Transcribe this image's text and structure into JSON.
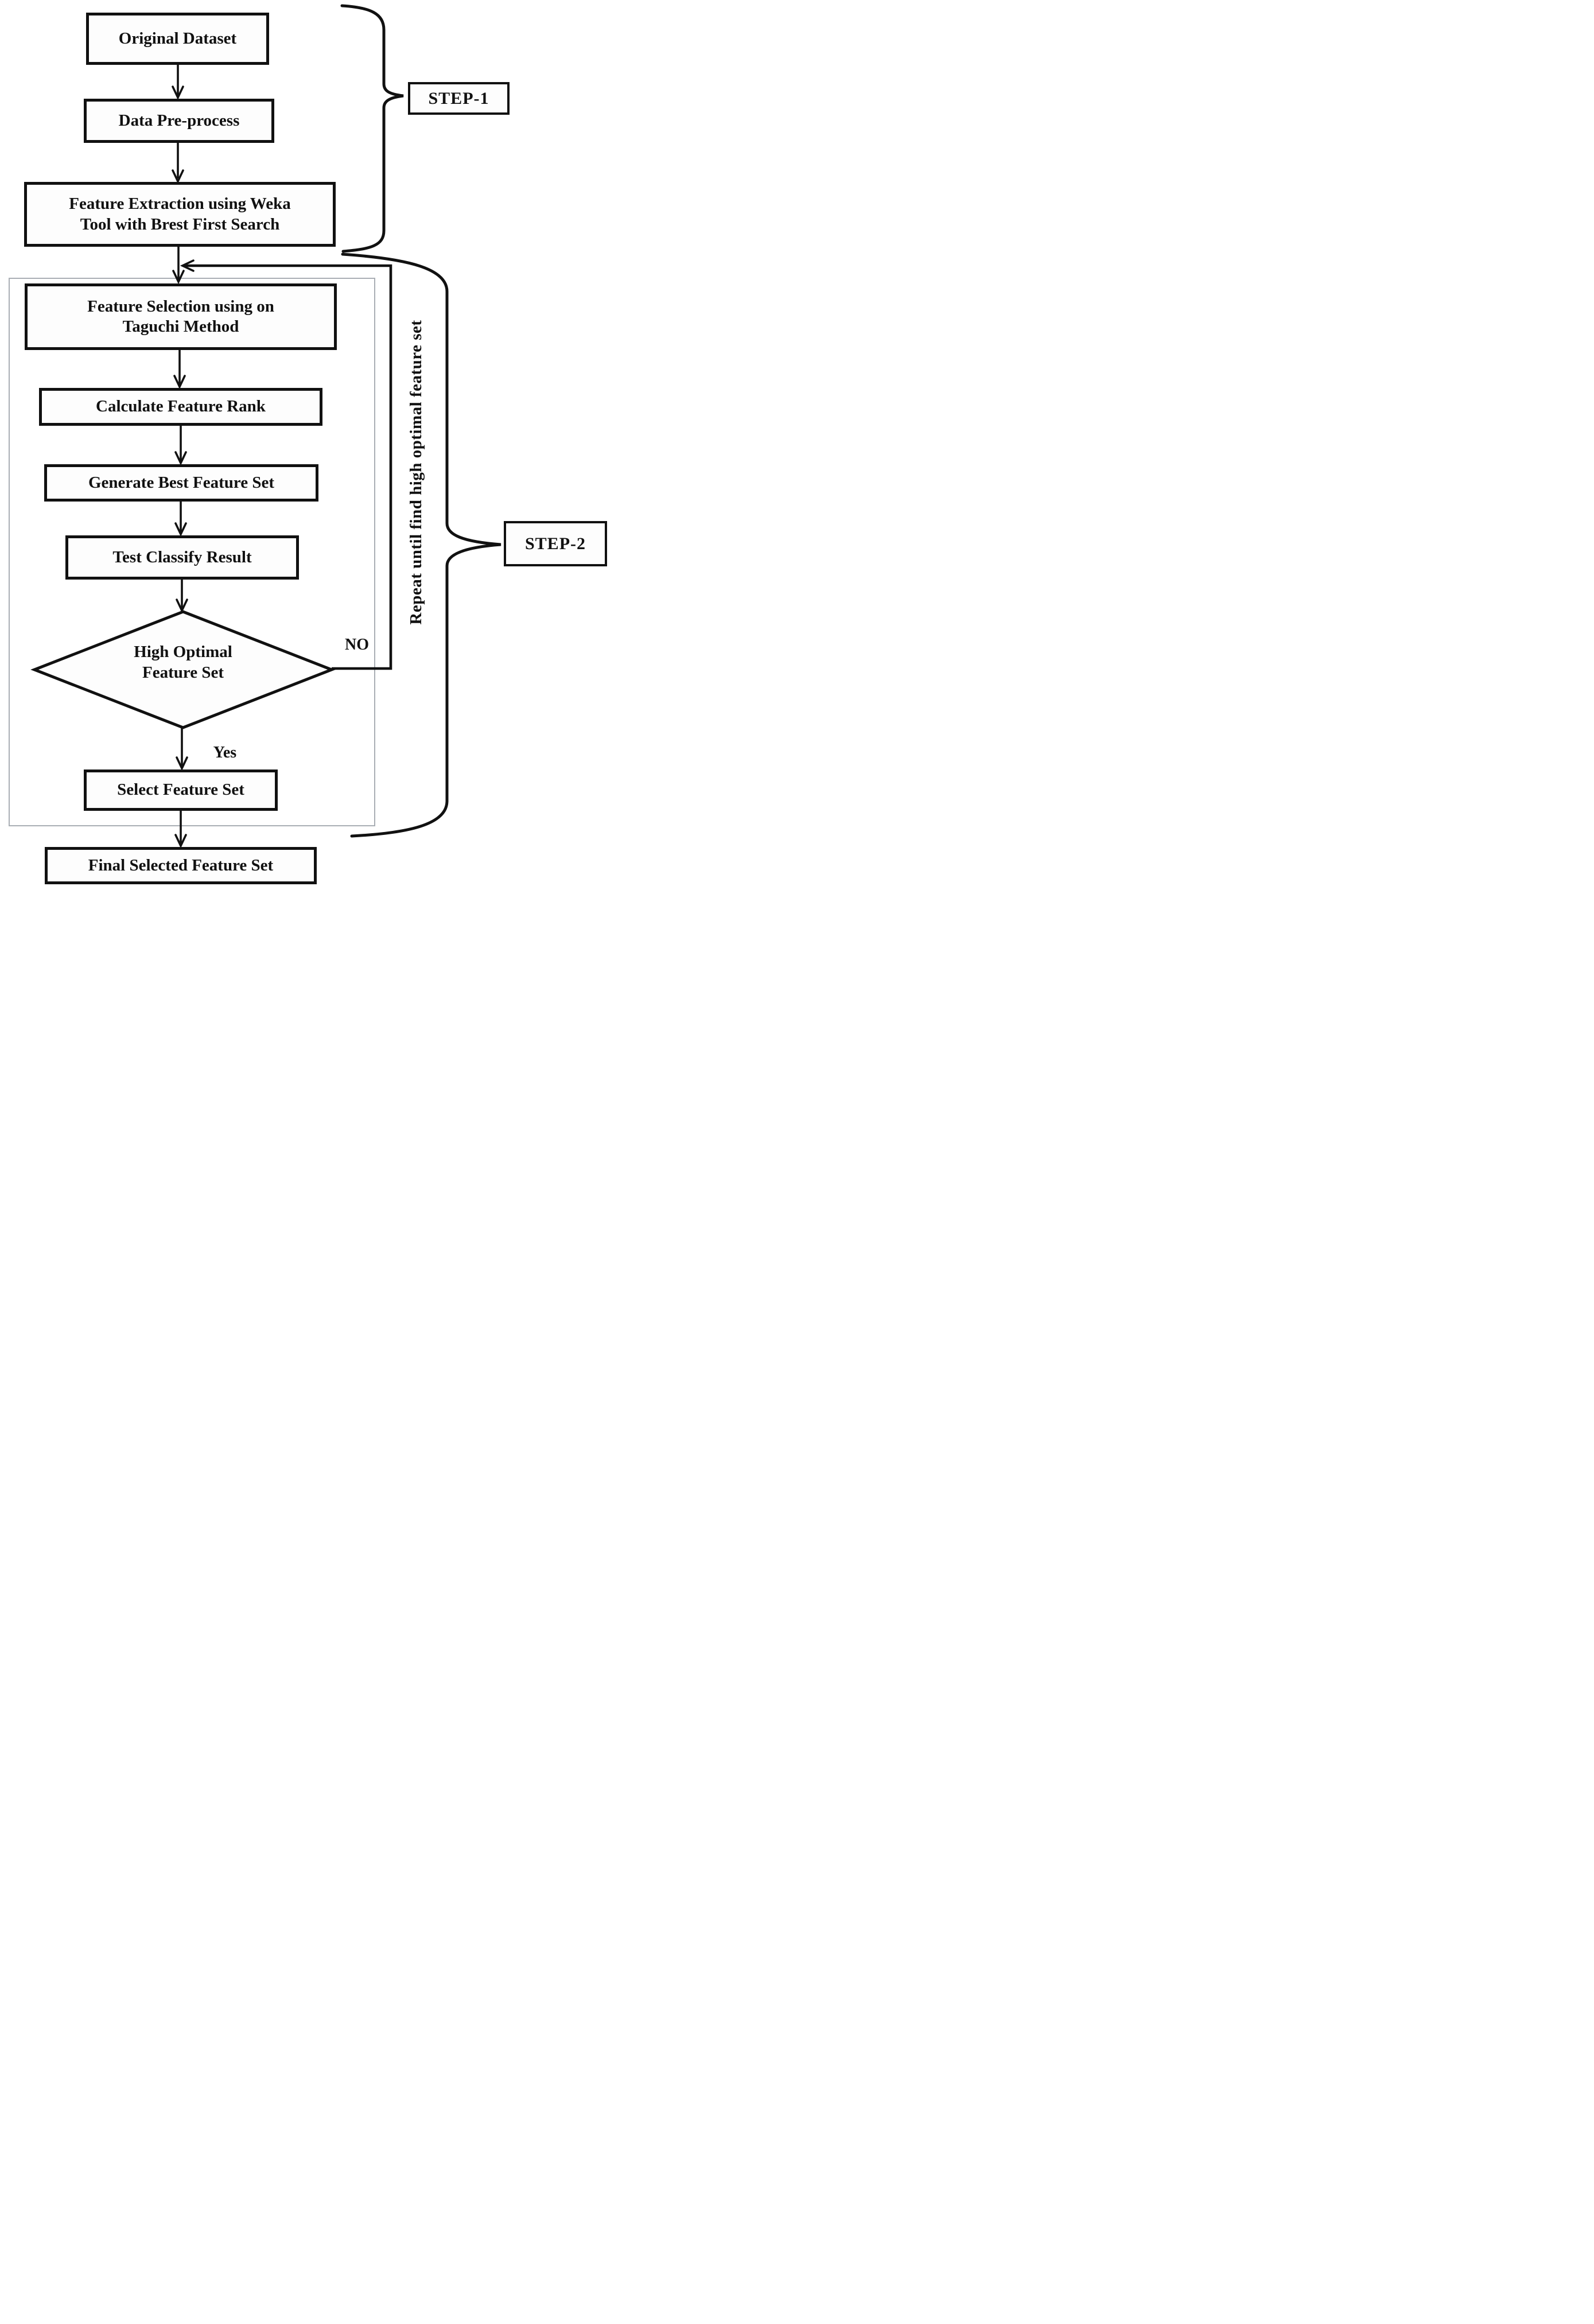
{
  "diagram": {
    "title_note": "feature selection flowchart",
    "nodes": [
      {
        "id": "original-dataset",
        "label": "Original Dataset",
        "shape": "rect"
      },
      {
        "id": "data-pre-process",
        "label": "Data Pre-process",
        "shape": "rect"
      },
      {
        "id": "feature-extraction",
        "label": "Feature Extraction using Weka\nTool with Brest First Search",
        "shape": "rect"
      },
      {
        "id": "feature-selection",
        "label": "Feature Selection using on\nTaguchi Method",
        "shape": "rect"
      },
      {
        "id": "calculate-feature-rank",
        "label": "Calculate Feature Rank",
        "shape": "rect"
      },
      {
        "id": "generate-best-feature-set",
        "label": "Generate Best Feature Set",
        "shape": "rect"
      },
      {
        "id": "test-classify-result",
        "label": "Test Classify Result",
        "shape": "rect"
      },
      {
        "id": "high-optimal-feature-set",
        "label": "High Optimal\nFeature Set",
        "shape": "diamond"
      },
      {
        "id": "select-feature-set",
        "label": "Select Feature Set",
        "shape": "rect"
      },
      {
        "id": "final-selected-feature-set",
        "label": "Final Selected Feature Set",
        "shape": "rect"
      }
    ],
    "edge_labels": {
      "no": "NO",
      "yes": "Yes"
    },
    "step_labels": {
      "step1": "STEP-1",
      "step2": "STEP-2"
    },
    "loop_note": "Repeat until find high optimal feature set",
    "colors": {
      "line": "#111111",
      "box_border": "#111111",
      "inner_frame": "#a9aeb4",
      "background": "#ffffff"
    }
  }
}
